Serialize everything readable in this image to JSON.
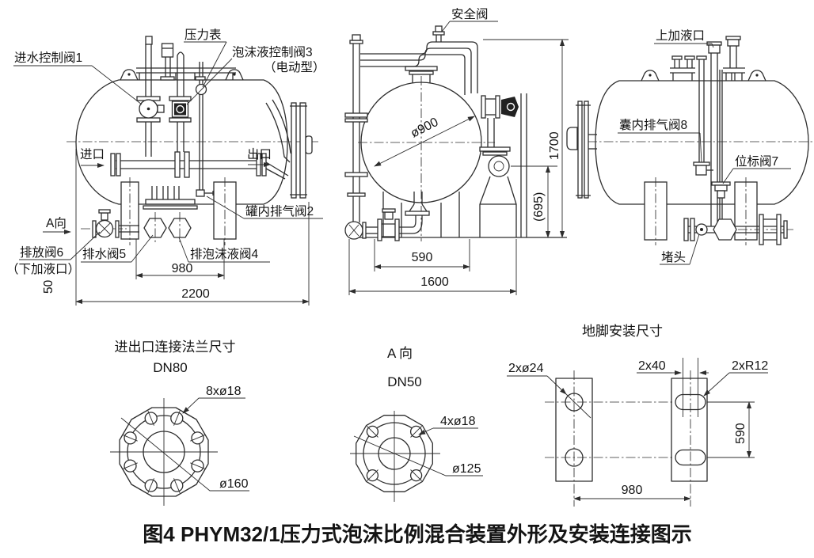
{
  "caption": "图4 PHYM32/1压力式泡沫比例混合装置外形及安装连接图示",
  "side": {
    "valve1": "进水控制阀1",
    "gauge": "压力表",
    "valve3a": "泡沫液控制阀3",
    "valve3b": "（电动型）",
    "inlet": "进口",
    "outlet": "出口",
    "valve2": "罐内排气阀2",
    "view_a": "A向",
    "valve6": "排放阀6",
    "valve6b": "（下加液口）",
    "h50": "50",
    "valve5": "排水阀5",
    "valve4": "排泡沫液阀4",
    "d980": "980",
    "d2200": "2200"
  },
  "end": {
    "safety": "安全阀",
    "d900": "ø900",
    "d1700": "1700",
    "d695": "(695)",
    "d590": "590",
    "d1600": "1600"
  },
  "rear": {
    "fill": "上加液口",
    "valve8": "囊内排气阀8",
    "valve7": "位标阀7",
    "plug": "堵头"
  },
  "flange80": {
    "title": "进出口连接法兰尺寸",
    "dn": "DN80",
    "holes": "8xø18",
    "bc": "ø160"
  },
  "flange50": {
    "title": "A 向",
    "dn": "DN50",
    "holes": "4xø18",
    "bc": "ø125"
  },
  "foot": {
    "title": "地脚安装尺寸",
    "holes": "2xø24",
    "slot": "2x40",
    "radius": "2xR12",
    "d590": "590",
    "d980": "980"
  }
}
